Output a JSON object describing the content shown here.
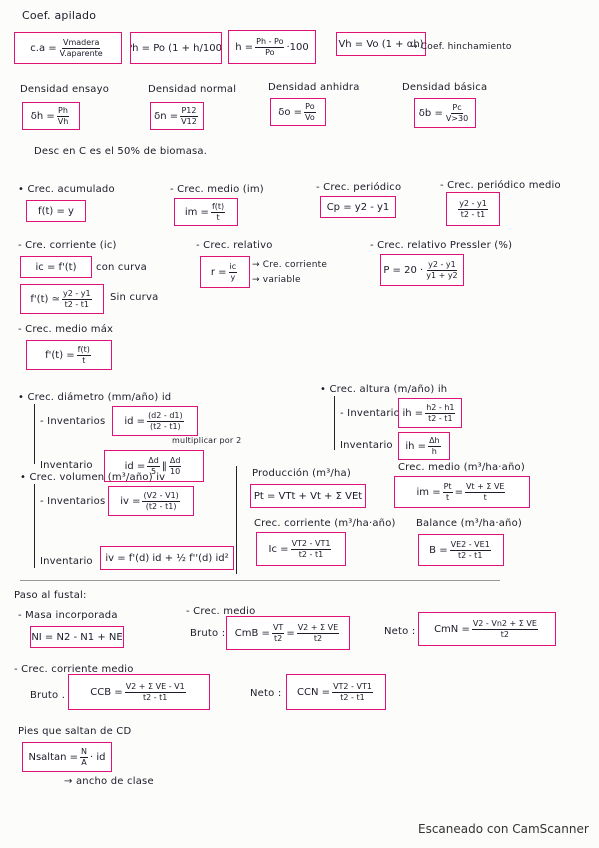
{
  "coef_apilado": {
    "title": "Coef. apilado",
    "f1_lhs": "c.a =",
    "f1_num": "Vmadera",
    "f1_den": "V.aparente",
    "f2": "Ph = Po (1 + h/100)",
    "f3_lhs": "h =",
    "f3_num": "Ph - Po",
    "f3_den": "Po",
    "f3_tail": "·100",
    "f4": "Vh = Vo (1 + αh)",
    "f4_note": "→ Coef. hinchamiento"
  },
  "densidades": {
    "d1_title": "Densidad ensayo",
    "d1_lhs": "δh =",
    "d1_num": "Ph",
    "d1_den": "Vh",
    "d2_title": "Densidad normal",
    "d2_lhs": "δn =",
    "d2_num": "P12",
    "d2_den": "V12",
    "d3_title": "Densidad anhidra",
    "d3_lhs": "δo =",
    "d3_num": "Po",
    "d3_den": "Vo",
    "d4_title": "Densidad básica",
    "d4_lhs": "δb =",
    "d4_num": "Pc",
    "d4_den": "V>30",
    "note": "Desc en C es el 50% de biomasa."
  },
  "crecimientos": {
    "c1_title": "• Crec. acumulado",
    "c1_formula": "f(t) = y",
    "c2_title": "- Crec. medio (im)",
    "c2_lhs": "im =",
    "c2_num": "f(t)",
    "c2_den": "t",
    "c3_title": "- Crec. periódico",
    "c3_formula": "Cp = y2 - y1",
    "c4_title": "- Crec. periódico medio",
    "c4_num": "y2 - y1",
    "c4_den": "t2 - t1",
    "c5_title": "- Cre. corriente (ic)",
    "c5_formula": "ic = f'(t)",
    "c5_note": "con curva",
    "c5b_lhs": "f'(t) ≃",
    "c5b_num": "y2 - y1",
    "c5b_den": "t2 - t1",
    "c5b_note": "Sin curva",
    "c6_title": "- Crec. relativo",
    "c6_lhs": "r =",
    "c6_num": "ic",
    "c6_den": "y",
    "c6_note1": "→ Cre. corriente",
    "c6_note2": "→ variable",
    "c7_title": "- Crec. relativo Pressler (%)",
    "c7_lhs": "P = 20 ·",
    "c7_num": "y2 - y1",
    "c7_den": "y1 + y2",
    "c8_title": "- Crec. medio máx",
    "c8_lhs": "f'(t) =",
    "c8_num": "f(t)",
    "c8_den": "t"
  },
  "diametro": {
    "title": "• Crec. diámetro (mm/año) id",
    "inv1": "- Inventarios",
    "inv1_lhs": "id =",
    "inv1_num": "(d2 - d1)",
    "inv1_den": "(t2 - t1)",
    "inv2": "Inventario",
    "inv2_lhs": "id =",
    "inv2_num": "Δd",
    "inv2_den": "5",
    "inv2_num2": "Δd",
    "inv2_den2": "10",
    "inv2_note": "multiplicar por 2"
  },
  "altura": {
    "title": "• Crec. altura (m/año) ih",
    "inv1": "- Inventarios",
    "inv1_lhs": "ih =",
    "inv1_num": "h2 - h1",
    "inv1_den": "t2 - t1",
    "inv2": "Inventario",
    "inv2_lhs": "ih =",
    "inv2_num": "Δh",
    "inv2_den": "h"
  },
  "volumen": {
    "title": "• Crec. volumen (m³/año) iv",
    "inv1": "- Inventarios",
    "inv1_lhs": "iv =",
    "inv1_num": "(V2 - V1)",
    "inv1_den": "(t2 - t1)",
    "inv2": "Inventario",
    "inv2_formula": "iv = f'(d) id + ½ f''(d) id²"
  },
  "produccion": {
    "p1_title": "Producción (m³/ha)",
    "p1_formula": "Pt = VTt + Vt + Σ VEt",
    "p2_title": "Crec. medio (m³/ha·año)",
    "p2_lhs": "im =",
    "p2_num1": "Pt",
    "p2_den1": "t",
    "p2_num2": "Vt + Σ VE",
    "p2_den2": "t",
    "p3_title": "Crec. corriente (m³/ha·año)",
    "p3_lhs": "Ic =",
    "p3_num": "VT2 - VT1",
    "p3_den": "t2 - t1",
    "p4_title": "Balance (m³/ha·año)",
    "p4_lhs": "B =",
    "p4_num": "VE2 - VE1",
    "p4_den": "t2 - t1"
  },
  "fustal": {
    "title": "Paso al fustal:",
    "masa_title": "- Masa incorporada",
    "masa_formula": "NI = N2 - N1 + NE",
    "medio_title": "- Crec. medio",
    "bruto_label": "Bruto :",
    "bruto_lhs": "CmB =",
    "bruto_num1": "VT",
    "bruto_den1": "t2",
    "bruto_num2": "V2 + Σ VE",
    "bruto_den2": "t2",
    "neto_label": "Neto :",
    "neto_lhs": "CmN =",
    "neto_num": "V2 - Vn2 + Σ VE",
    "neto_den": "t2",
    "corr_title": "- Crec. corriente medio",
    "cb_label": "Bruto .",
    "cb_lhs": "CCB =",
    "cb_num": "V2 + Σ VE - V1",
    "cb_den": "t2 - t1",
    "cn_label": "Neto :",
    "cn_lhs": "CCN =",
    "cn_num": "VT2 - VT1",
    "cn_den": "t2 - t1",
    "pies_title": "Pies que saltan de CD",
    "pies_lhs": "Nsaltan =",
    "pies_num": "N",
    "pies_den": "A",
    "pies_tail": "· id",
    "pies_note": "→ ancho de clase"
  },
  "footer": "Escaneado con CamScanner"
}
